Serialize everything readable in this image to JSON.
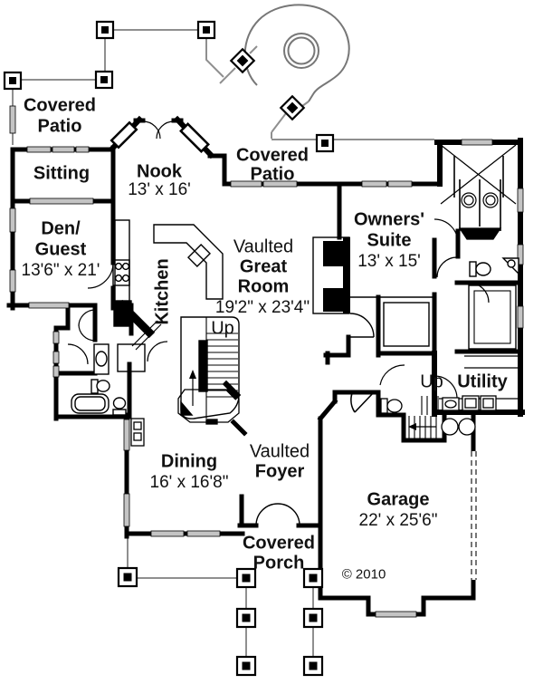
{
  "plan": {
    "copyright": "© 2010",
    "rooms": {
      "covered_patio_nw": {
        "line1": "Covered",
        "line2": "Patio"
      },
      "covered_patio_n": {
        "line1": "Covered",
        "line2": "Patio"
      },
      "sitting": {
        "name": "Sitting"
      },
      "den_guest": {
        "line1": "Den/",
        "line2": "Guest",
        "dims": "13'6\" x 21'"
      },
      "nook": {
        "name": "Nook",
        "dims": "13' x 16'"
      },
      "kitchen": {
        "name": "Kitchen"
      },
      "great_room": {
        "prefix": "Vaulted",
        "line1": "Great",
        "line2": "Room",
        "dims": "19'2\" x 23'4\""
      },
      "owners_suite": {
        "line1": "Owners'",
        "line2": "Suite",
        "dims": "13' x 15'"
      },
      "utility": {
        "name": "Utility"
      },
      "dining": {
        "name": "Dining",
        "dims": "16' x 16'8\""
      },
      "foyer": {
        "prefix": "Vaulted",
        "name": "Foyer"
      },
      "covered_porch": {
        "line1": "Covered",
        "line2": "Porch"
      },
      "garage": {
        "name": "Garage",
        "dims": "22' x 25'6\""
      }
    },
    "stairs": {
      "main_label": "Up",
      "garage_label": "Up"
    },
    "colors": {
      "walls": "#000000",
      "window_fill": "#c4c4c4",
      "patio_outline": "#8f8f8f",
      "background": "#ffffff"
    }
  }
}
